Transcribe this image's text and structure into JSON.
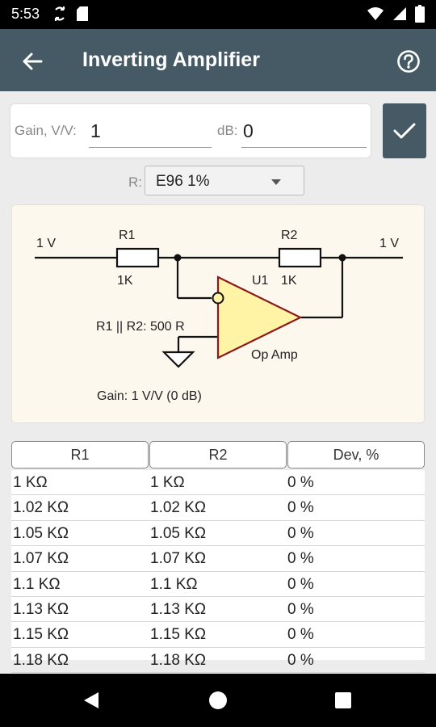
{
  "status_bar": {
    "time": "5:53",
    "icons": [
      "sync-icon",
      "sd-card-icon",
      "wifi-icon",
      "signal-icon",
      "battery-icon"
    ]
  },
  "app_bar": {
    "title": "Inverting Amplifier",
    "back_icon": "arrow-left-icon",
    "help_icon": "help-circle-icon"
  },
  "inputs": {
    "gain_label": "Gain, V/V:",
    "gain_value": "1",
    "db_label": "dB:",
    "db_value": "0",
    "confirm_icon": "check-icon"
  },
  "resistor_series": {
    "label": "R:",
    "selected": "E96 1%"
  },
  "schematic": {
    "input_label": "1 V",
    "output_label": "1 V",
    "r1_name": "R1",
    "r1_value": "1K",
    "r2_name": "R2",
    "r2_value": "1K",
    "u1_name": "U1",
    "opamp_label": "Op Amp",
    "parallel_label": "R1 || R2: 500 R",
    "gain_text": "Gain: 1 V/V (0 dB)",
    "colors": {
      "opamp_fill": "#fff3a6",
      "opamp_stroke": "#8b1a1a",
      "background": "#fdf8ee"
    }
  },
  "table": {
    "headers": [
      "R1",
      "R2",
      "Dev, %"
    ],
    "rows": [
      [
        "1 KΩ",
        "1 KΩ",
        "0 %"
      ],
      [
        "1.02 KΩ",
        "1.02 KΩ",
        "0 %"
      ],
      [
        "1.05 KΩ",
        "1.05 KΩ",
        "0 %"
      ],
      [
        "1.07 KΩ",
        "1.07 KΩ",
        "0 %"
      ],
      [
        "1.1 KΩ",
        "1.1 KΩ",
        "0 %"
      ],
      [
        "1.13 KΩ",
        "1.13 KΩ",
        "0 %"
      ],
      [
        "1.15 KΩ",
        "1.15 KΩ",
        "0 %"
      ],
      [
        "1.18 KΩ",
        "1.18 KΩ",
        "0 %"
      ]
    ]
  },
  "nav_bar": {
    "icons": [
      "back-triangle-icon",
      "home-circle-icon",
      "recents-square-icon"
    ]
  },
  "colors": {
    "primary": "#455a64",
    "background": "#ececec"
  }
}
